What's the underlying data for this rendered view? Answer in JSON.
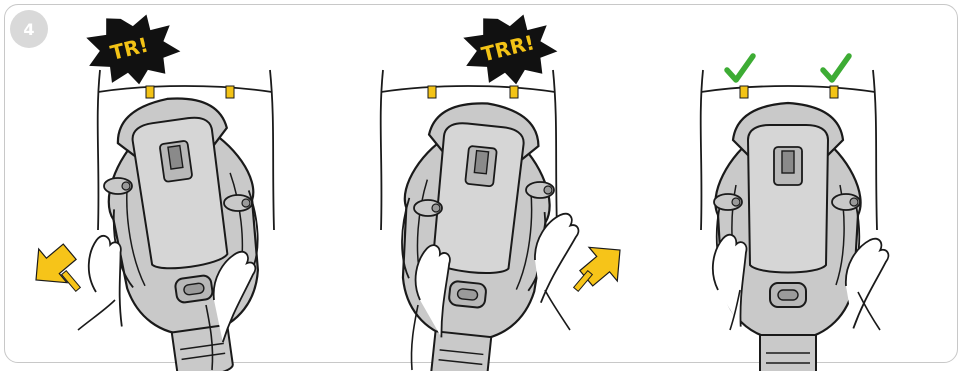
{
  "step": {
    "number": "4"
  },
  "panels": [
    {
      "sound": "TR!",
      "arrow_direction": "left",
      "status": "sound"
    },
    {
      "sound": "TRR!",
      "arrow_direction": "right",
      "status": "sound"
    },
    {
      "status": "check",
      "checks": [
        "check-left",
        "check-right"
      ]
    }
  ],
  "colors": {
    "seat_fill": "#c9c9c9",
    "seat_dark": "#b0b0b0",
    "outline": "#1a1a1a",
    "connector_yellow": "#f3c316",
    "arrow_yellow": "#f6c419",
    "check_green": "#3dac34",
    "burst_black": "#111111",
    "frame_border": "#c8c8c8",
    "badge_grey": "#d9d9d9"
  },
  "icons": [
    "tr-burst-icon",
    "trr-burst-icon",
    "yellow-arrow-left-icon",
    "yellow-arrow-right-icon",
    "checkmark-icon"
  ]
}
